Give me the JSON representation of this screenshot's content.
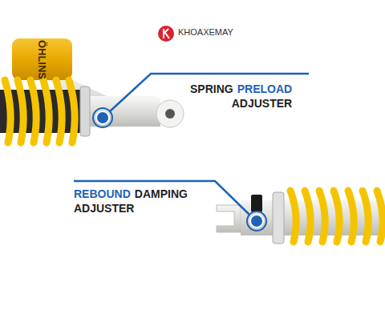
{
  "diagram": {
    "labels": [
      "KHOAXEMAY",
      "ÖHLINS",
      "SPRING",
      "PRELOAD",
      "ADJUSTER",
      "REBOUND",
      "DAMPING",
      "ADJUSTER"
    ]
  }
}
